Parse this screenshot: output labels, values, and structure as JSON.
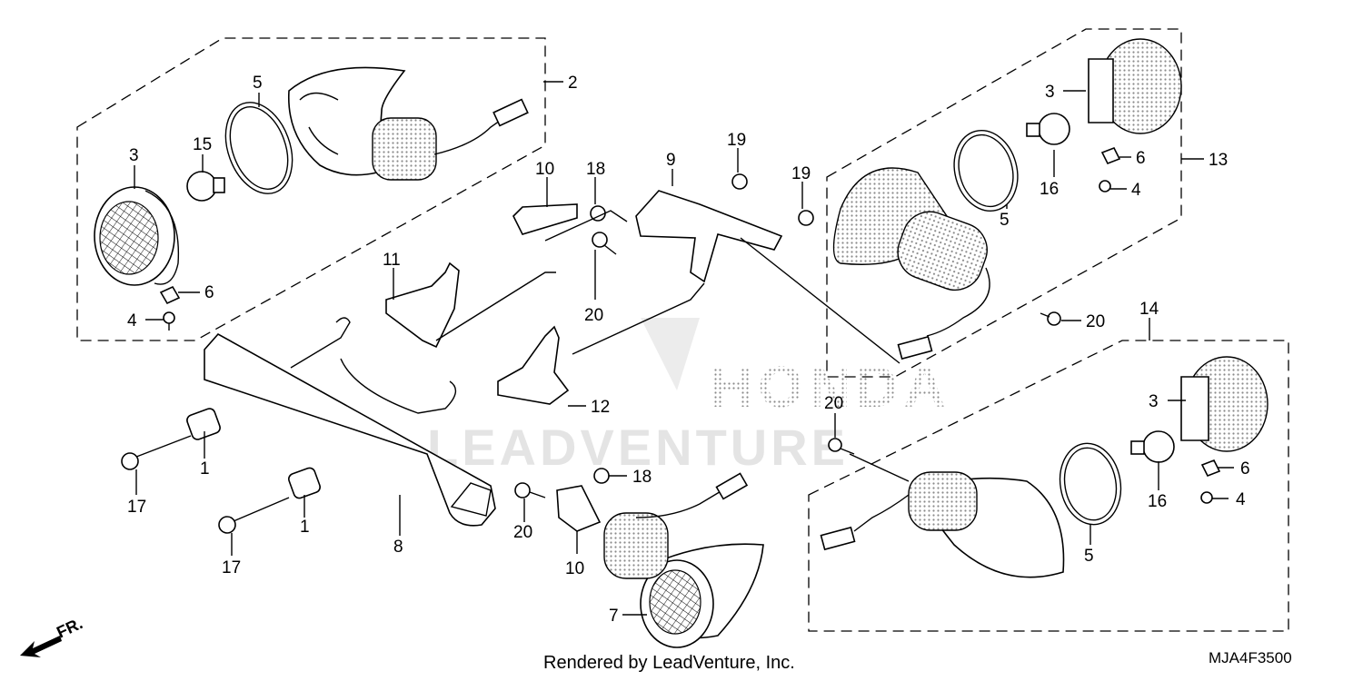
{
  "callouts": {
    "c1": "1",
    "c2": "2",
    "c3": "3",
    "c4": "4",
    "c5": "5",
    "c6": "6",
    "c7": "7",
    "c8": "8",
    "c9": "9",
    "c10": "10",
    "c11": "11",
    "c12": "12",
    "c13": "13",
    "c14": "14",
    "c15": "15",
    "c16": "16",
    "c17": "17",
    "c18": "18",
    "c19": "19",
    "c20": "20"
  },
  "watermark": {
    "brand": "HONDA",
    "vendor": "LEADVENTURE"
  },
  "footer": {
    "rendered_by": "Rendered by LeadVenture, Inc.",
    "diagram_code": "MJA4F3500"
  },
  "direction_marker": "FR.",
  "colors": {
    "line": "#000000",
    "background": "#ffffff",
    "watermark": "#e4e4e4"
  },
  "icons": [
    "front-direction-arrow-icon",
    "turn-signal-lamp",
    "bulb",
    "bracket",
    "bolt"
  ]
}
